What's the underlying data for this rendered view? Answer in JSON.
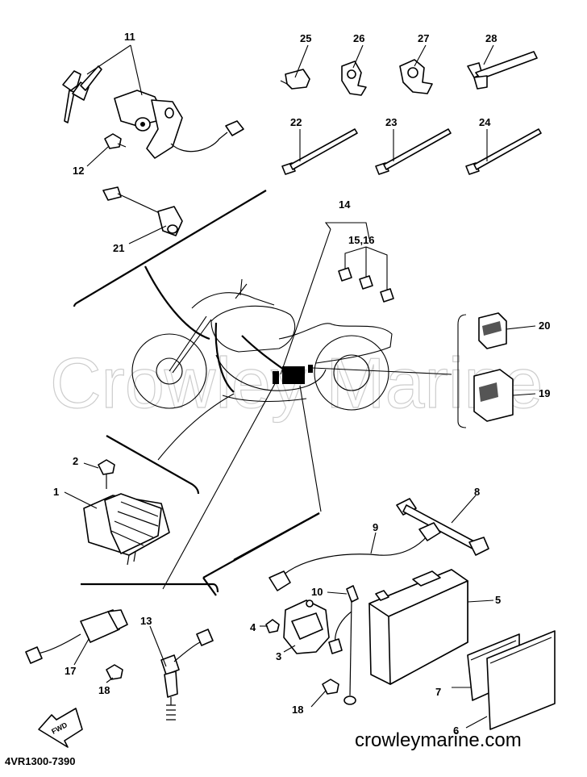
{
  "watermark": "Crowley Marine",
  "footer": {
    "site": "crowleymarine.com",
    "diagram_code": "4VR1300-7390"
  },
  "fwd_label": "FWD",
  "callouts": [
    {
      "id": "c11",
      "label": "11"
    },
    {
      "id": "c12",
      "label": "12"
    },
    {
      "id": "c21",
      "label": "21"
    },
    {
      "id": "c25",
      "label": "25"
    },
    {
      "id": "c26",
      "label": "26"
    },
    {
      "id": "c27",
      "label": "27"
    },
    {
      "id": "c28",
      "label": "28"
    },
    {
      "id": "c22",
      "label": "22"
    },
    {
      "id": "c23",
      "label": "23"
    },
    {
      "id": "c24",
      "label": "24"
    },
    {
      "id": "c14",
      "label": "14"
    },
    {
      "id": "c1516",
      "label": "15,16"
    },
    {
      "id": "c20",
      "label": "20"
    },
    {
      "id": "c19",
      "label": "19"
    },
    {
      "id": "c2",
      "label": "2"
    },
    {
      "id": "c1",
      "label": "1"
    },
    {
      "id": "c8",
      "label": "8"
    },
    {
      "id": "c9",
      "label": "9"
    },
    {
      "id": "c10",
      "label": "10"
    },
    {
      "id": "c5",
      "label": "5"
    },
    {
      "id": "c4",
      "label": "4"
    },
    {
      "id": "c3",
      "label": "3"
    },
    {
      "id": "c13",
      "label": "13"
    },
    {
      "id": "c17",
      "label": "17"
    },
    {
      "id": "c18a",
      "label": "18"
    },
    {
      "id": "c18b",
      "label": "18"
    },
    {
      "id": "c7",
      "label": "7"
    },
    {
      "id": "c6",
      "label": "6"
    }
  ]
}
